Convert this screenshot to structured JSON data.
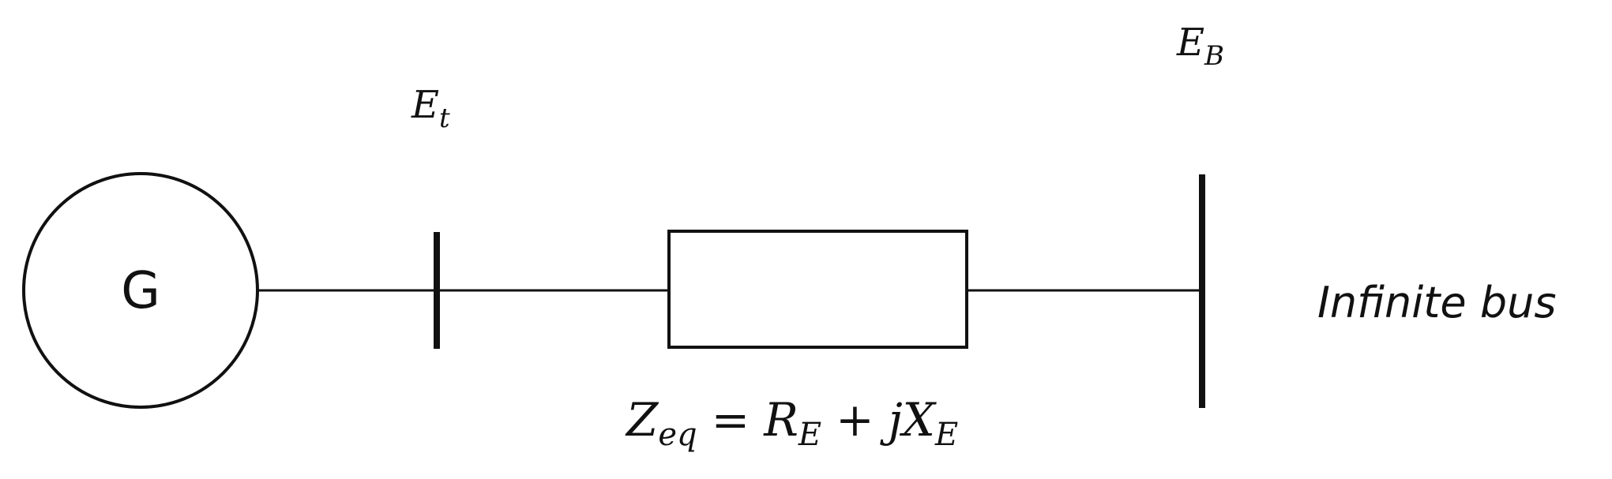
{
  "generator": {
    "label": "G"
  },
  "terminal_bus": {
    "label_main": "E",
    "label_sub": "t"
  },
  "infinite_bus": {
    "label_main": "E",
    "label_sub": "B",
    "caption": "Infinite bus"
  },
  "impedance": {
    "lhs_main": "Z",
    "lhs_sub": "eq",
    "equals": "=",
    "r_main": "R",
    "r_sub": "E",
    "plus": "+",
    "jx_main": "jX",
    "jx_sub": "E"
  },
  "colors": {
    "stroke": "#111111",
    "background": "#ffffff"
  }
}
